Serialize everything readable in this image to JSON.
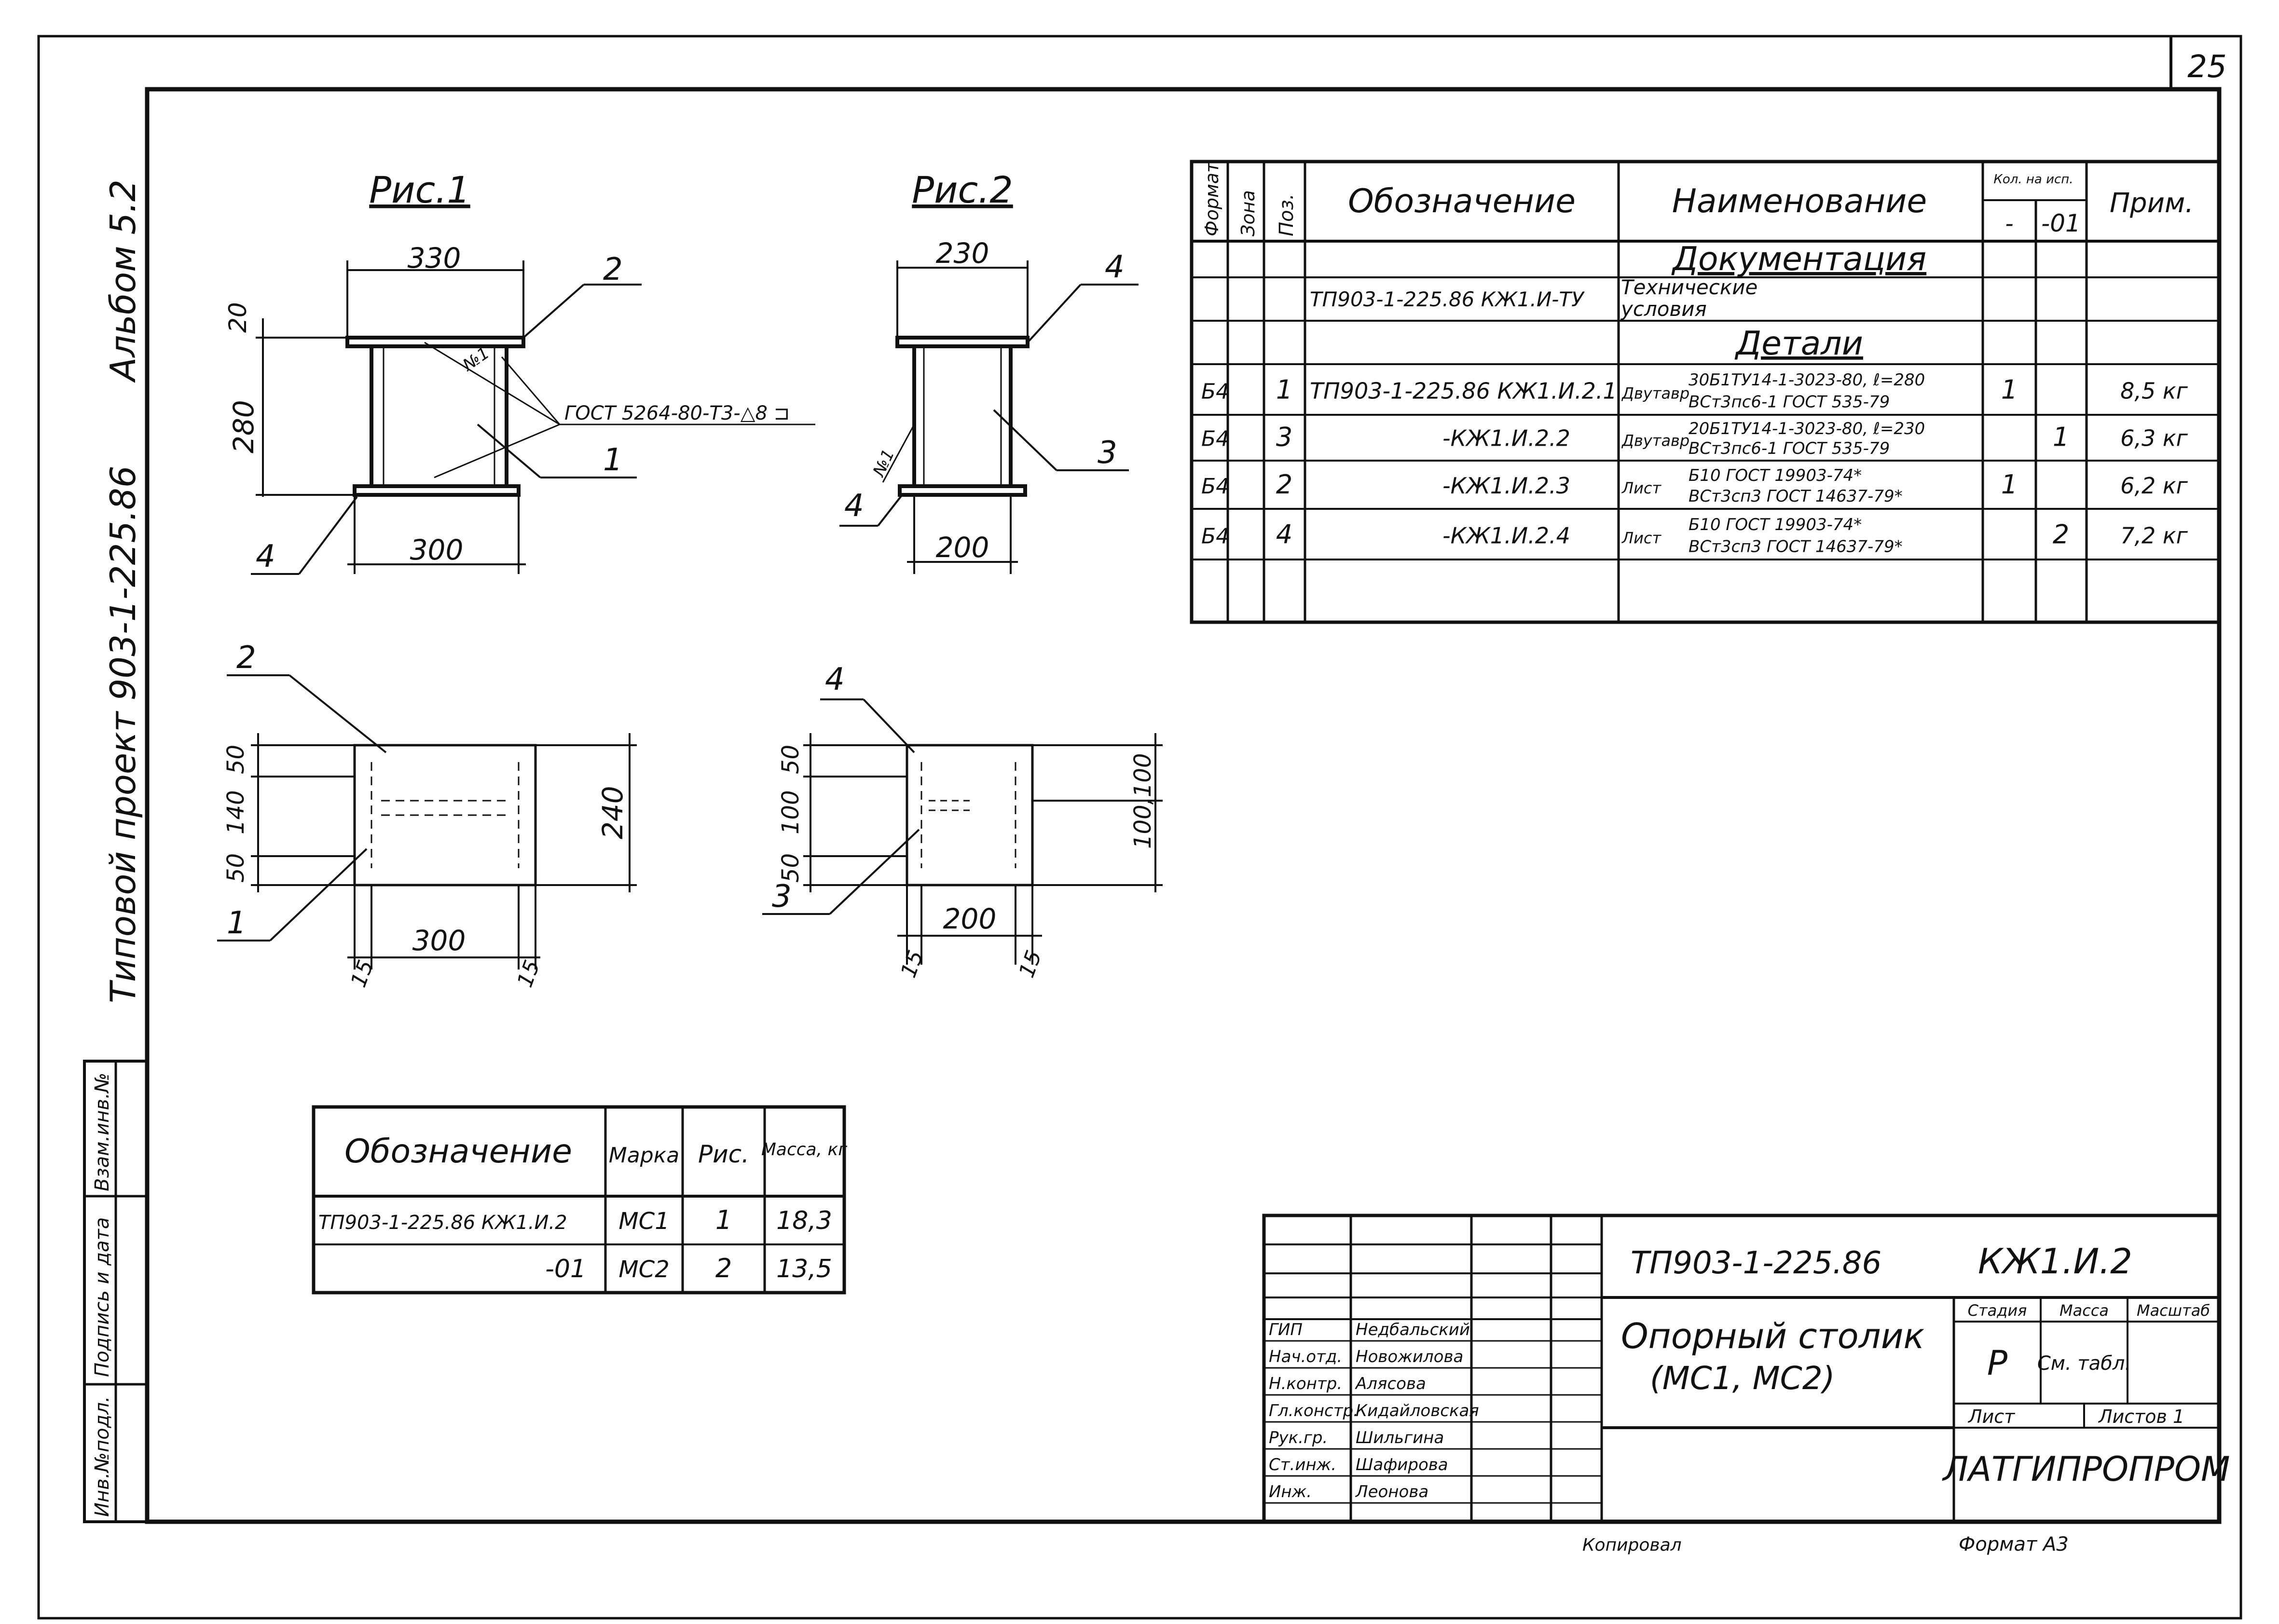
{
  "page_number": "25",
  "side_stamp": {
    "album": "Альбом 5.2",
    "project": "Типовой проект 903-1-225.86"
  },
  "side_strip_labels": [
    "Инв.№подл.",
    "Подпись и дата",
    "Взам.инв.№"
  ],
  "figure1": {
    "title": "Рис.1",
    "dims": {
      "top_width": "330",
      "left_flange": "20",
      "left_height": "280",
      "bottom_width": "300",
      "plan_top": "50",
      "plan_mid": "140",
      "plan_bot": "50",
      "plan_total": "240",
      "plan_width": "300",
      "edge_left": "15",
      "edge_right": "15"
    },
    "callouts": {
      "p2": "2",
      "p1": "1",
      "p4": "4",
      "plan2": "2",
      "plan1": "1"
    },
    "weld_note": "ГОСТ 5264-80-Т3-△8 ⊐",
    "small_weld": "№1"
  },
  "figure2": {
    "title": "Рис.2",
    "dims": {
      "top_width": "230",
      "bottom_width": "200",
      "plan_top": "50",
      "plan_mid": "100",
      "plan_bot": "50",
      "plan_right_total": "100,100",
      "plan_width": "200",
      "edge_left": "15",
      "edge_right": "15"
    },
    "callouts": {
      "p4": "4",
      "p3": "3",
      "p4b": "4",
      "plan4": "4",
      "plan3": "3"
    },
    "small_weld": "№1"
  },
  "spec_table": {
    "headers": {
      "format": "Формат",
      "zone": "Зона",
      "pos": "Поз.",
      "designation": "Обозначение",
      "name": "Наименование",
      "qty_top": "Кол. на исп.",
      "qty_dash": "-",
      "qty_01": "-01",
      "note": "Прим."
    },
    "section_docs": "Документация",
    "doc_row": {
      "designation": "ТП903-1-225.86 КЖ1.И-ТУ",
      "name_line1": "Технические",
      "name_line2": "условия"
    },
    "section_parts": "Детали",
    "rows": [
      {
        "format": "Б4",
        "pos": "1",
        "designation": "ТП903-1-225.86 КЖ1.И.2.1",
        "prefix": "Двутавр",
        "line1": "30Б1ТУ14-1-3023-80, ℓ=280",
        "line2": "ВСт3пс6-1 ГОСТ 535-79",
        "qty": "1",
        "qty01": "",
        "note": "8,5 кг"
      },
      {
        "format": "Б4",
        "pos": "3",
        "designation": "-КЖ1.И.2.2",
        "prefix": "Двутавр",
        "line1": "20Б1ТУ14-1-3023-80, ℓ=230",
        "line2": "ВСт3пс6-1 ГОСТ 535-79",
        "qty": "",
        "qty01": "1",
        "note": "6,3 кг"
      },
      {
        "format": "Б4",
        "pos": "2",
        "designation": "-КЖ1.И.2.3",
        "prefix": "Лист",
        "line1": "Б10 ГОСТ 19903-74*",
        "line2": "ВСт3сп3 ГОСТ 14637-79*",
        "qty": "1",
        "qty01": "",
        "note": "6,2 кг"
      },
      {
        "format": "Б4",
        "pos": "4",
        "designation": "-КЖ1.И.2.4",
        "prefix": "Лист",
        "line1": "Б10 ГОСТ 19903-74*",
        "line2": "ВСт3сп3 ГОСТ 14637-79*",
        "qty": "",
        "qty01": "2",
        "note": "7,2 кг"
      }
    ]
  },
  "mark_table": {
    "headers": {
      "designation": "Обозначение",
      "mark": "Марка",
      "fig": "Рис.",
      "mass": "Масса, кг"
    },
    "rows": [
      {
        "designation": "ТП903-1-225.86 КЖ1.И.2",
        "mark": "МС1",
        "fig": "1",
        "mass": "18,3"
      },
      {
        "designation": "-01",
        "mark": "МС2",
        "fig": "2",
        "mass": "13,5"
      }
    ]
  },
  "title_block": {
    "code": "ТП903-1-225.86",
    "sheet_code": "КЖ1.И.2",
    "title_line1": "Опорный столик",
    "title_line2": "(МС1, МС2)",
    "stage_label": "Стадия",
    "mass_label": "Масса",
    "scale_label": "Масштаб",
    "stage": "Р",
    "mass": "См. табл.",
    "sheet_label": "Лист",
    "sheets_label": "Листов 1",
    "org": "ЛАТГИПРОПРОМ",
    "staff": [
      {
        "role": "ГИП",
        "name": "Недбальский"
      },
      {
        "role": "Нач.отд.",
        "name": "Новожилова"
      },
      {
        "role": "Н.контр.",
        "name": "Алясова"
      },
      {
        "role": "Гл.констр.",
        "name": "Кидайловская"
      },
      {
        "role": "Рук.гр.",
        "name": "Шильгина"
      },
      {
        "role": "Ст.инж.",
        "name": "Шафирова"
      },
      {
        "role": "Инж.",
        "name": "Леонова"
      }
    ]
  },
  "footer": {
    "copied": "Копировал",
    "format": "Формат А3"
  }
}
